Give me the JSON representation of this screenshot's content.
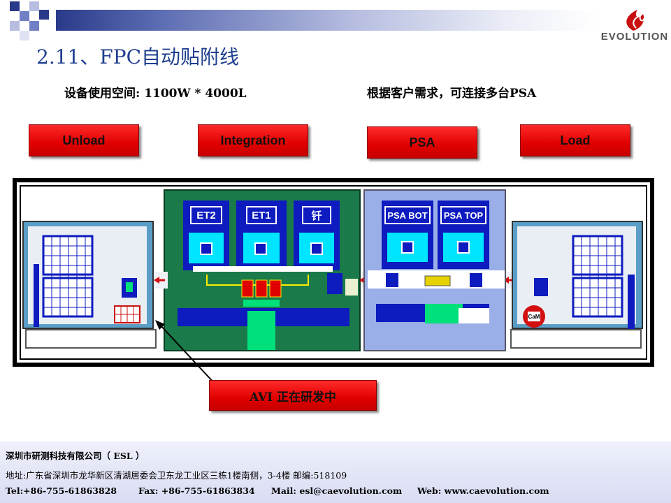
{
  "header": {
    "logo_text": "EVOLUTION",
    "title": "2.11、FPC自动贴附线"
  },
  "subtitle": {
    "left": "设备使用空间: 1100W * 4000L",
    "right": "根据客户需求，可连接多台PSA"
  },
  "stations": {
    "unload": "Unload",
    "integration": "Integration",
    "psa": "PSA",
    "load": "Load"
  },
  "diagram": {
    "et2": "ET2",
    "et1": "ET1",
    "third": "钎",
    "psa_bot": "PSA BOT",
    "psa_top": "PSA TOP",
    "cam": "CaM"
  },
  "callout": "AVI 正在研发中",
  "footer": {
    "company": "深圳市研测科技有限公司（ ESL ）",
    "address": "地址:广东省深圳市龙华新区清湖居委会卫东龙工业区三栋1楼南侧，3-4楼 邮编:518109",
    "tel": "Tel:+86-755-61863828",
    "fax": "Fax: +86-755-61863834",
    "mail": "Mail: esl@caevolution.com",
    "web": "Web: www.caevolution.com"
  },
  "colors": {
    "title": "#1f3f8f",
    "button_red": "#e00000",
    "integration_zone": "#1a7a4a",
    "psa_zone": "#9aaee8",
    "station_blue": "#0d1bbf",
    "cyan": "#00e5ff"
  }
}
